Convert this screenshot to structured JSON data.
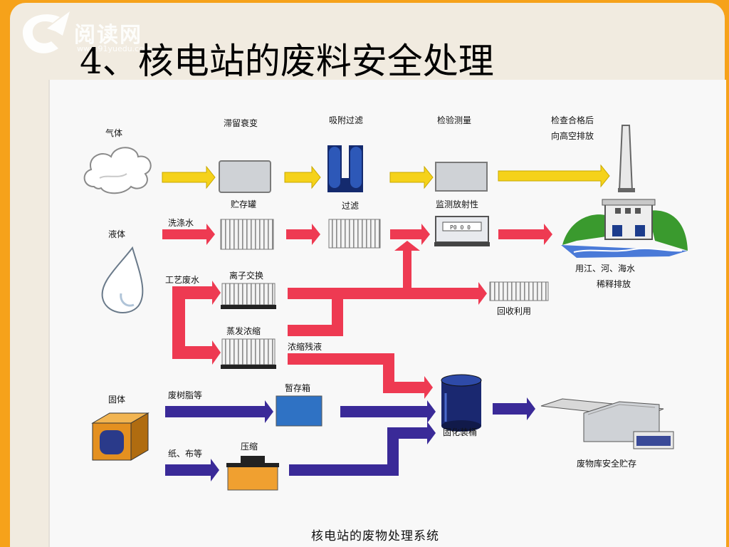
{
  "logo": {
    "text": "阅读网",
    "url": "www.91yuedu.com"
  },
  "title": "4、核电站的废料安全处理",
  "diagram": {
    "categories": {
      "gas": "气体",
      "liquid": "液体",
      "solid": "固体"
    },
    "gas_steps": {
      "decay": "滞留衰变",
      "adsorb": "吸附过滤",
      "measure": "检验测量",
      "exhaust_1": "检查合格后",
      "exhaust_2": "向高空排放"
    },
    "liquid_steps": {
      "wash_water": "洗涤水",
      "storage_tank": "贮存罐",
      "filter": "过滤",
      "monitor": "监测放射性",
      "discharge_1": "用江、河、海水",
      "discharge_2": "稀释排放",
      "process_water": "工艺废水",
      "ion_exchange": "离子交换",
      "recycle": "回收利用",
      "evaporate": "蒸发浓缩",
      "concentrate": "浓缩残液"
    },
    "solid_steps": {
      "resin": "废树脂等",
      "temp_box": "暂存箱",
      "paper": "纸、布等",
      "compress": "压缩",
      "solidify": "固化装桶",
      "repository": "废物库安全贮存"
    },
    "monitor_display": "P0 0 0",
    "caption": "核电站的废物处理系统"
  },
  "colors": {
    "gas_arrow": "#f5d21a",
    "liquid_arrow": "#ee3a52",
    "solid_arrow": "#3a2a98",
    "background": "#f6a21a"
  }
}
